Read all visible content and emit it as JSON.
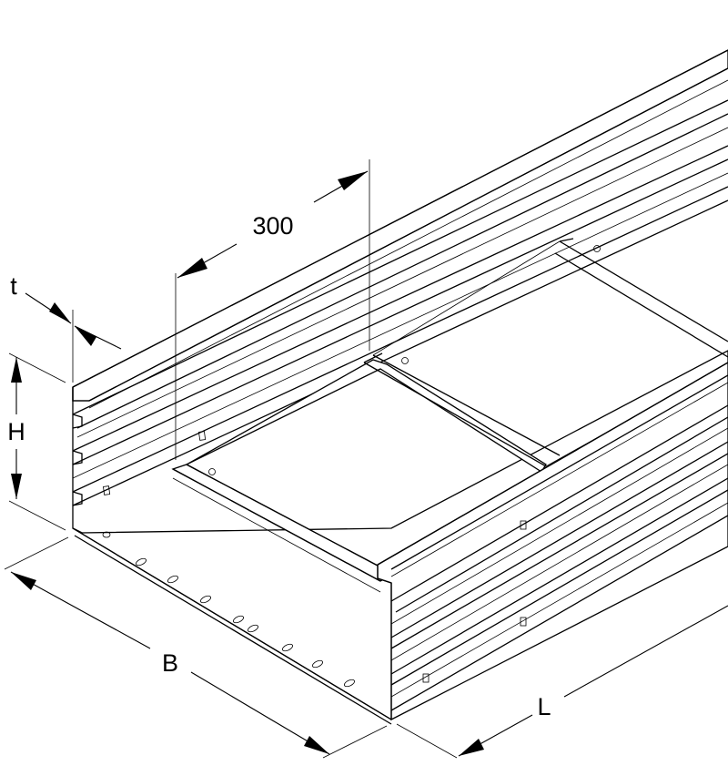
{
  "dimensions": {
    "rung_spacing": "300",
    "thickness": "t",
    "height": "H",
    "width": "B",
    "length": "L"
  },
  "colors": {
    "line": "#000000",
    "background": "#ffffff"
  }
}
